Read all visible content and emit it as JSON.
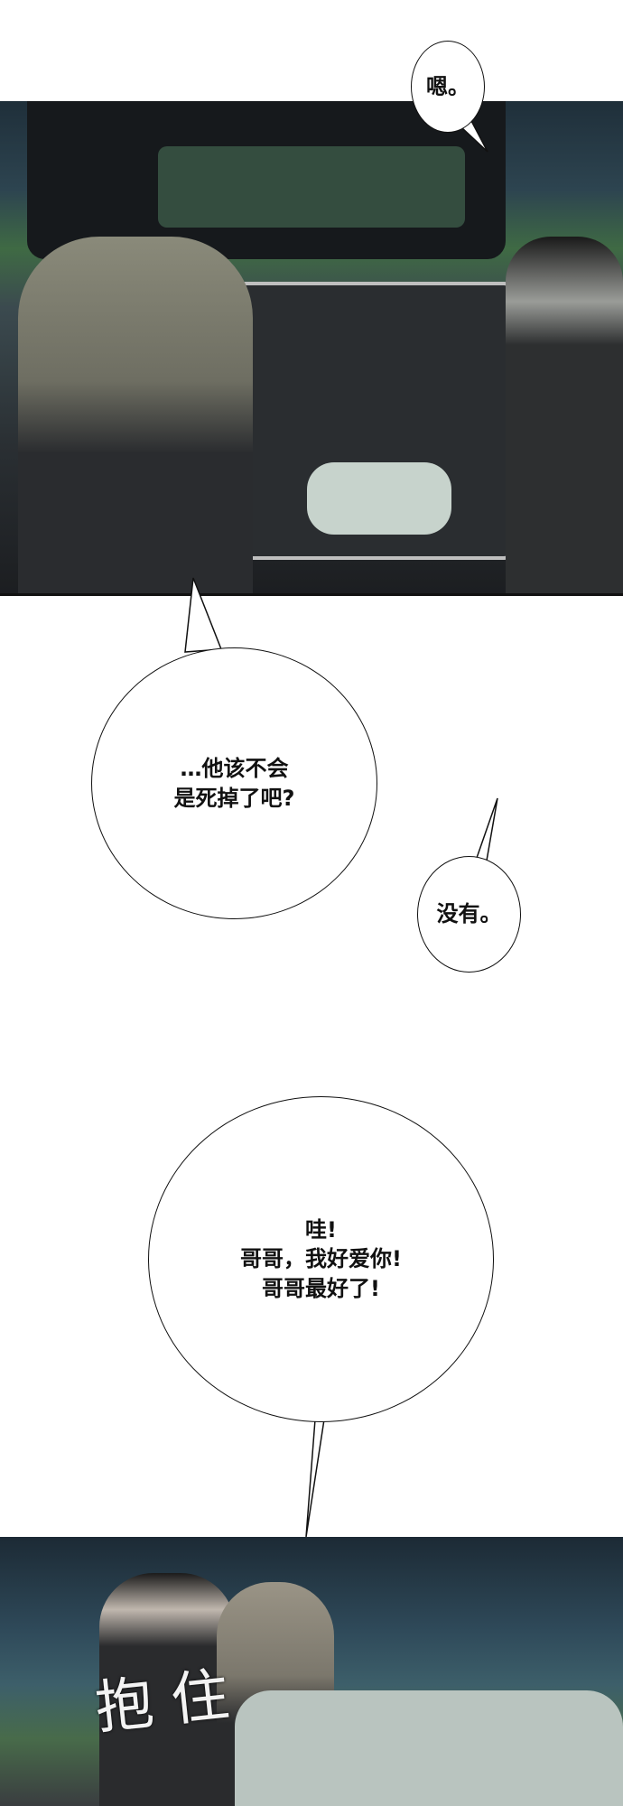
{
  "bubbles": {
    "b1": "嗯。",
    "b2": "…他该不会\n是死掉了吧?",
    "b3": "没有。",
    "b4": "哇!\n哥哥，我好爱你!\n哥哥最好了!"
  },
  "sfx": "抱住"
}
